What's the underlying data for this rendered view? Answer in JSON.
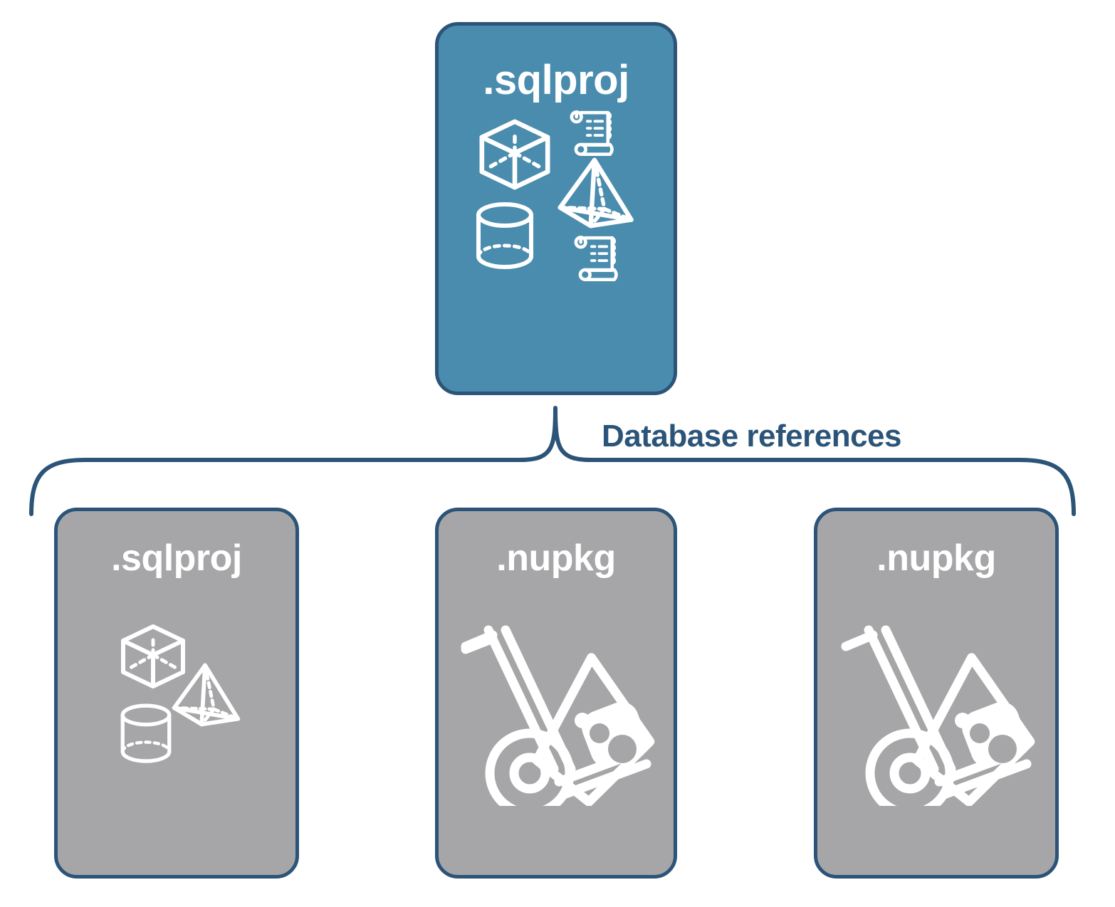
{
  "diagram": {
    "title": "Database references",
    "background": "#ffffff",
    "colors": {
      "accent_blue_fill": "#4A8CAE",
      "grey_fill": "#A6A6A8",
      "stroke_navy": "#2B5478",
      "icon_white": "#FFFFFF",
      "label_text": "#2B5478"
    }
  },
  "root_node": {
    "label": ".sqlproj",
    "fill": "#4A8CAE",
    "icons": [
      "cube-icon",
      "pyramid-icon",
      "cylinder-icon",
      "script-scroll-icon",
      "script-scroll-icon"
    ]
  },
  "connector": {
    "label": "Database references",
    "style": "curly-brace",
    "fans_to": 3
  },
  "reference_nodes": [
    {
      "label": ".sqlproj",
      "fill": "#A6A6A8",
      "icons": [
        "cube-icon",
        "pyramid-icon",
        "cylinder-icon"
      ]
    },
    {
      "label": ".nupkg",
      "fill": "#A6A6A8",
      "icons": [
        "hand-truck-package-icon"
      ]
    },
    {
      "label": ".nupkg",
      "fill": "#A6A6A8",
      "icons": [
        "hand-truck-package-icon"
      ]
    }
  ]
}
